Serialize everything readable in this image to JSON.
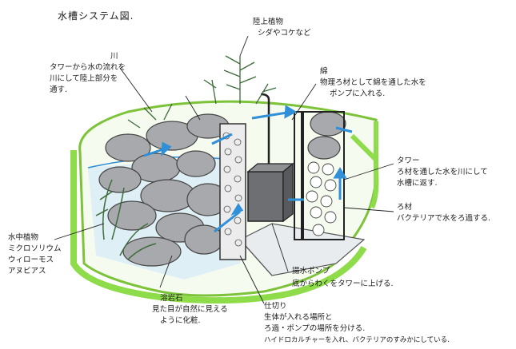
{
  "title": "水槽システム図.",
  "labels": {
    "river": "川",
    "river_desc": [
      "タワーから水の流れを",
      "川にして陸上部分を",
      "通す."
    ],
    "plants": [
      "陸上植物",
      "シダやコケなど"
    ],
    "cotton": "綿",
    "cotton_desc": [
      "物理ろ材として綿を通した水を",
      "ポンプに入れる."
    ],
    "tower": "タワー",
    "tower_desc": [
      "ろ材を通した水を川にして",
      "水槽に返す."
    ],
    "media": "ろ材",
    "media_desc": "バクテリアで水をろ過する.",
    "aquatic": "水中植物",
    "aquatic_list": [
      "ミクロソリウム",
      "ウィローモス",
      "アヌビアス"
    ],
    "lava": "溶岩石",
    "lava_desc": [
      "見た目が自然に見える",
      "ように化粧."
    ],
    "pump": "揚水ポンプ",
    "pump_desc": "底からわくをタワーに上げる.",
    "partition": "仕切り",
    "partition_desc": [
      "生体が入れる場所と",
      "ろ過・ポンプの場所を分ける.",
      "ハイドロカルチャーを入れ、バクテリアのすみかにしている."
    ]
  },
  "colors": {
    "tank_green": "#8fdc4a",
    "water_blue": "#2f8fd8",
    "rock": "#a7a9ad",
    "pump": "#6d6f73",
    "plant": "#3d6b3a"
  }
}
